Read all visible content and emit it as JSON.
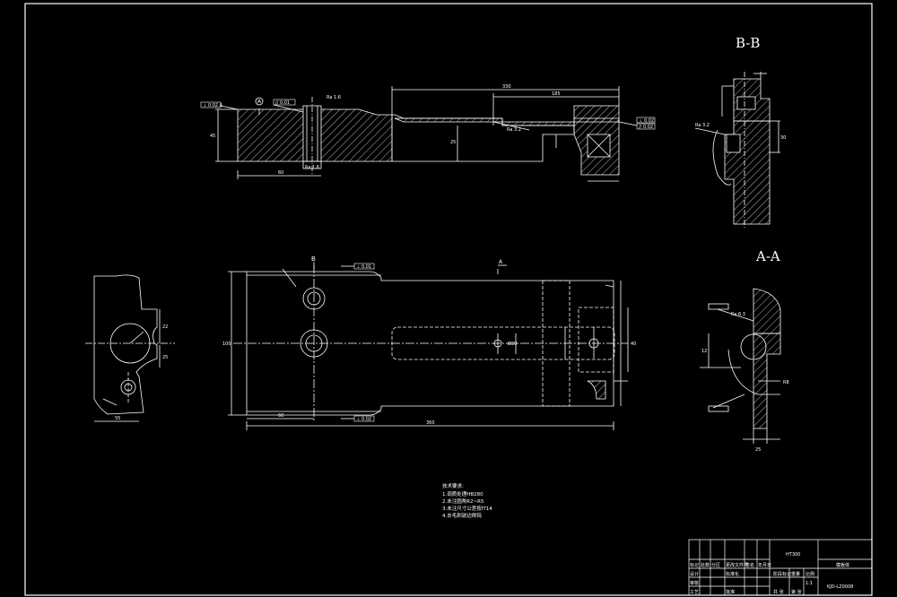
{
  "views": {
    "section_bb": "B-B",
    "section_aa": "A-A",
    "mark_a_top": "A",
    "mark_a_plan": "A",
    "mark_b_plan": "B"
  },
  "notes": {
    "title": "技术要求:",
    "lines": [
      "1.调质处理HB280",
      "2.未注圆角R2~R5",
      "3.未注尺寸公差按IT14",
      "4.去毛刺锐边倒钝"
    ]
  },
  "title_block": {
    "material": "HT300",
    "name": "模板体",
    "drawing_no": "KJD-LZ0008",
    "header_cells": [
      "标记",
      "处数",
      "分区",
      "更改文件号",
      "签名",
      "年月日"
    ],
    "row_cells": [
      "设计",
      "",
      "标准化",
      "",
      "阶段标记",
      "重量",
      "比例"
    ],
    "row_cells2": [
      "审核",
      "",
      "",
      "",
      "",
      "",
      "1:1"
    ],
    "row_cells3": [
      "工艺",
      "",
      "批准",
      "",
      "共 张",
      "第 张",
      ""
    ]
  },
  "dimensions": {
    "top_overall": "330",
    "top_partial": "185",
    "top_left": "60",
    "top_height": "45",
    "top_mid": "25",
    "plan_overall": "360",
    "plan_width": "100",
    "plan_left": "60",
    "plan_hole": "Ø20",
    "plan_right": "40",
    "left_w": "55",
    "left_h1": "22",
    "left_h2": "25",
    "bb_w": "30",
    "aa_w": "25",
    "aa_r": "R8",
    "aa_d": "12"
  },
  "tolerance_frames": {
    "f1": "⊥ 0.02 A",
    "f2": "// 0.01",
    "f3": "⊥ 0.02",
    "f4": "// 0.02",
    "f5": "⊥ 0.01",
    "f6": "⊥ 0.02"
  },
  "roughness": {
    "r1": "Ra 1.6",
    "r2": "Ra 3.2",
    "r3": "Ra 1.6",
    "r4": "Ra 3.2",
    "r5": "Ra 6.3"
  }
}
